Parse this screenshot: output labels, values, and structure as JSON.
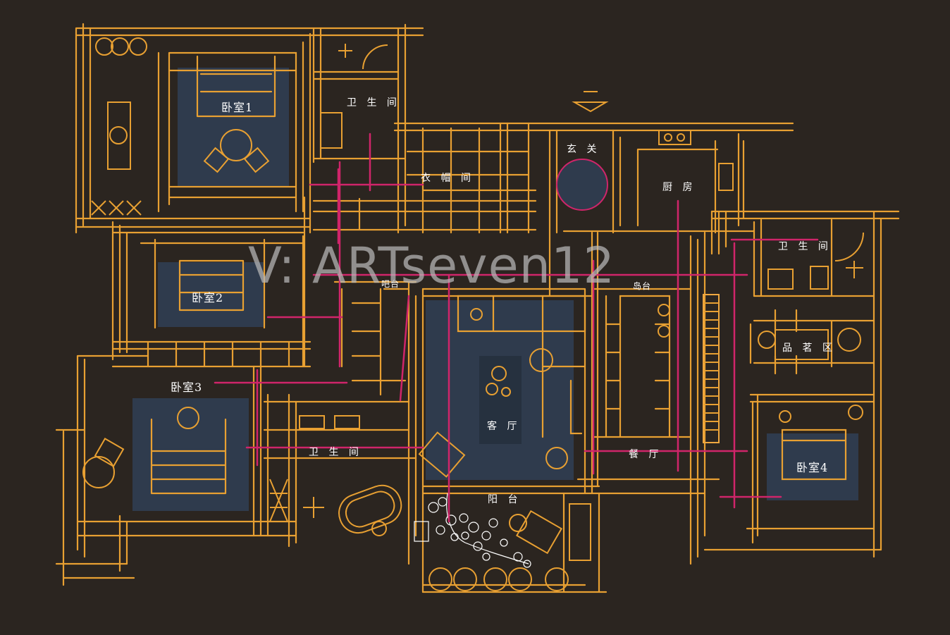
{
  "watermark": "V: ARTseven12",
  "colors": {
    "background": "#2b2520",
    "line": "#e8a032",
    "axis": "#d0256a",
    "rug": "#2f3b4d",
    "label": "#ffffff",
    "watermark": "#b9b9b9"
  },
  "rooms": {
    "bedroom1": "卧室1",
    "bedroom2": "卧室2",
    "bedroom3": "卧室3",
    "bedroom4": "卧室4",
    "bathroom_top": "卫 生 间",
    "bathroom_right": "卫 生 间",
    "bathroom_middle": "卫 生 间",
    "cloakroom": "衣 帽 间",
    "entrance": "玄 关",
    "kitchen": "厨 房",
    "bar": "吧台",
    "island": "岛台",
    "tea_area": "品 茗 区",
    "living_room": "客 厅",
    "dining_room": "餐 厅",
    "balcony": "阳 台"
  }
}
